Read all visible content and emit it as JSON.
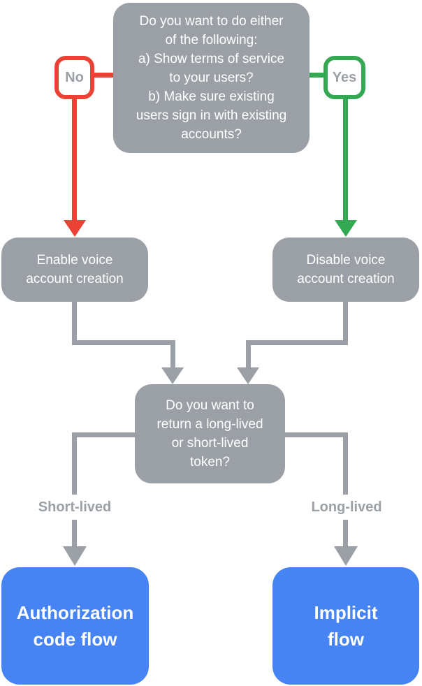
{
  "colors": {
    "node_gray": "#9aa0a6",
    "line_gray": "#9aa0a6",
    "no_red": "#ea4335",
    "yes_green": "#34a853",
    "result_blue": "#4684f3",
    "text_white": "#ffffff",
    "muted_text": "#9aa0a6",
    "background": "#ffffff"
  },
  "nodes": {
    "question_top": {
      "text": "Do you want to do either of the following: a) Show terms of service to your users? b) Make sure existing users sign in with existing accounts?",
      "lines": [
        "Do you want to do either",
        "of the following:",
        "a) Show terms of service",
        "to your users?",
        "b) Make sure existing",
        "users sign in with existing",
        "accounts?"
      ]
    },
    "no_badge": {
      "label": "No"
    },
    "yes_badge": {
      "label": "Yes"
    },
    "enable_voice": {
      "text": "Enable voice account creation",
      "lines": [
        "Enable voice",
        "account creation"
      ]
    },
    "disable_voice": {
      "text": "Disable voice account creation",
      "lines": [
        "Disable voice",
        "account creation"
      ]
    },
    "question_token": {
      "text": "Do you want to return a long-lived or short-lived token?",
      "lines": [
        "Do you want to",
        "return a long-lived",
        "or short-lived",
        "token?"
      ]
    },
    "authorization_code_flow": {
      "text": "Authorization code flow",
      "lines": [
        "Authorization",
        "code flow"
      ]
    },
    "implicit_flow": {
      "text": "Implicit flow",
      "lines": [
        "Implicit",
        "flow"
      ]
    }
  },
  "edge_labels": {
    "short_lived": "Short-lived",
    "long_lived": "Long-lived"
  }
}
